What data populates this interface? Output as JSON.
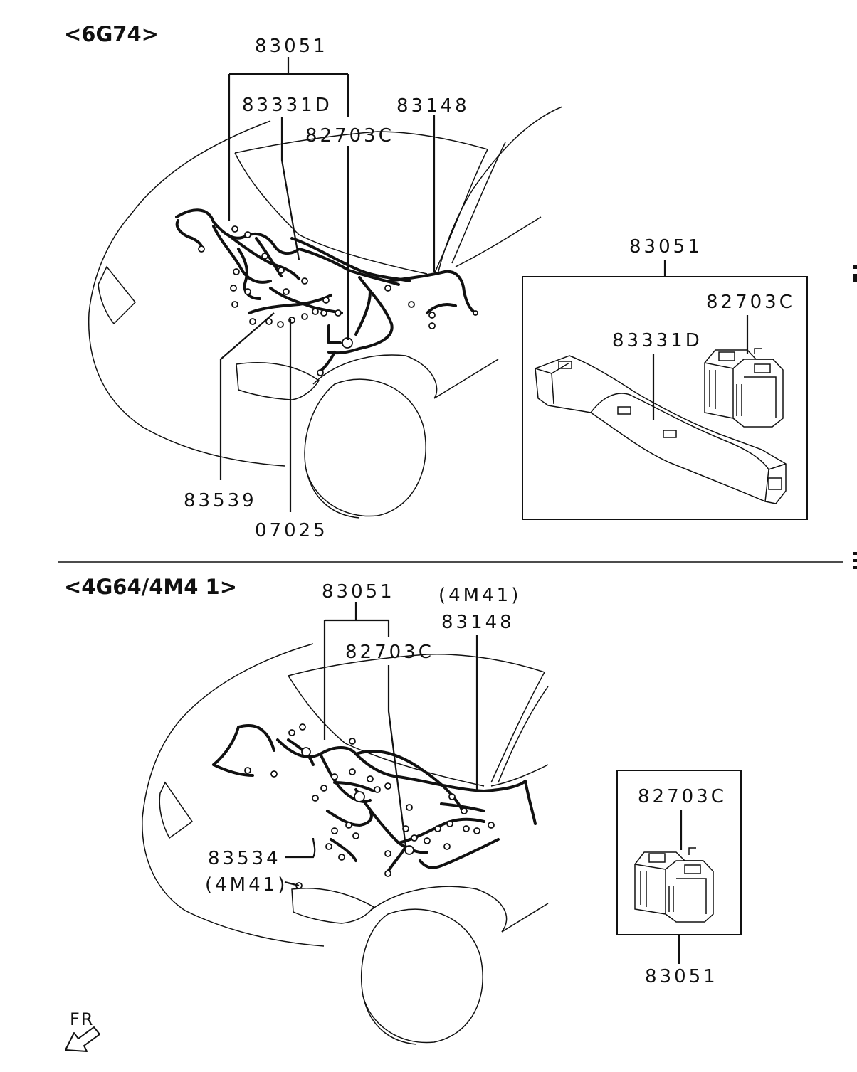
{
  "sections": {
    "top": {
      "heading": "<6G74>",
      "labels": {
        "main_harness": "83051",
        "tube": "83331D",
        "relay": "82703C",
        "hood_harness": "83148",
        "bottom_left": "83539",
        "bottom_center": "07025"
      },
      "inset": {
        "title": "83051",
        "relay": "82703C",
        "tube": "83331D"
      }
    },
    "bottom": {
      "heading": "<4G64/4M4 1>",
      "labels": {
        "main_harness": "83051",
        "relay": "82703C",
        "hood_variant": "(4M41)",
        "hood_harness": "83148",
        "side_harness": "83534",
        "side_variant": "(4M41)"
      },
      "inset": {
        "relay": "82703C",
        "bottom": "83051"
      }
    }
  },
  "direction": {
    "label": "FR",
    "icon": "front-arrow-icon"
  }
}
